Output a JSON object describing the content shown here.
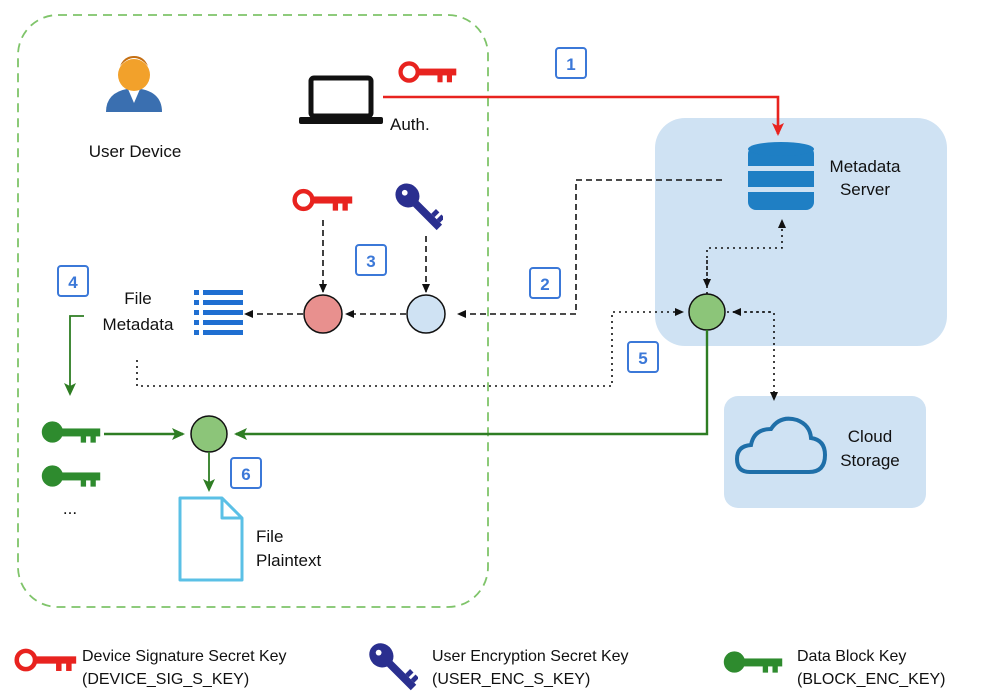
{
  "labels": {
    "user_device": "User Device",
    "auth": "Auth.",
    "metadata_server_line1": "Metadata",
    "metadata_server_line2": "Server",
    "cloud_storage_line1": "Cloud",
    "cloud_storage_line2": "Storage",
    "file_metadata_line1": "File",
    "file_metadata_line2": "Metadata",
    "file_plaintext_line1": "File",
    "file_plaintext_line2": "Plaintext",
    "ellipsis": "..."
  },
  "steps": [
    "1",
    "2",
    "3",
    "4",
    "5",
    "6"
  ],
  "legend": [
    {
      "icon": "device-key-icon",
      "color": "#e8231f",
      "line1": "Device Signature Secret Key",
      "line2": "(DEVICE_SIG_S_KEY)"
    },
    {
      "icon": "user-key-icon",
      "color": "#2a2f8f",
      "line1": "User Encryption Secret Key",
      "line2": "(USER_ENC_S_KEY)"
    },
    {
      "icon": "block-key-icon",
      "color": "#2e8b2e",
      "line1": "Data Block Key",
      "line2": "(BLOCK_ENC_KEY)"
    }
  ],
  "colors": {
    "device_key": "#e8231f",
    "user_key": "#2a2f8f",
    "block_key": "#2e8b2e",
    "step_badge": "#3b78d8",
    "server_box": "#cfe2f3",
    "device_boundary": "#7fc46a"
  }
}
